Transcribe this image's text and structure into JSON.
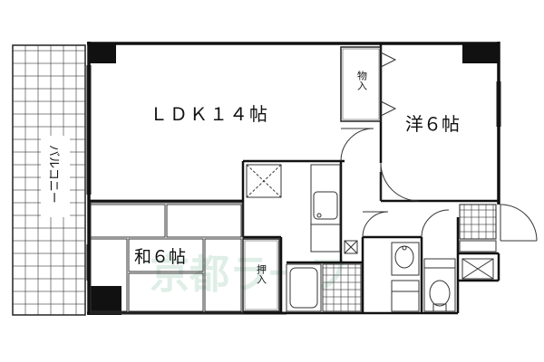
{
  "rooms": {
    "ldk": "ＬＤＫ１４帖",
    "western": "洋６帖",
    "japanese": "和６帖",
    "balcony": "バルコニー",
    "storage": "物入",
    "closet": "押入"
  },
  "watermark": "京都ラ一フ",
  "colors": {
    "wall": "#111111",
    "line": "#222222",
    "watermark": "#cfe6d9",
    "background": "#ffffff"
  }
}
